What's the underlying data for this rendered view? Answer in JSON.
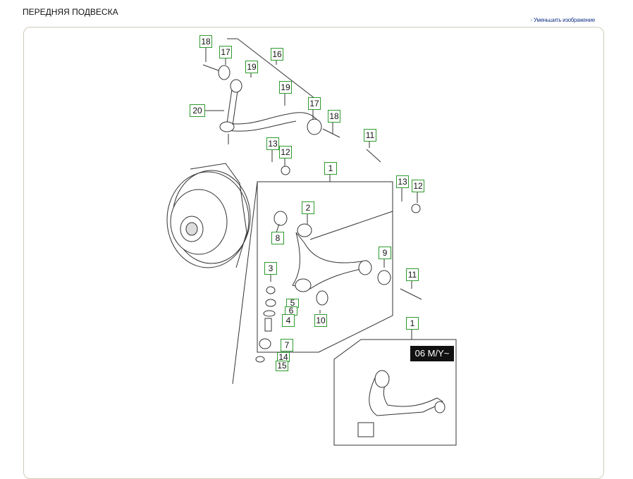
{
  "header": {
    "title": "ПЕРЕДНЯЯ ПОДВЕСКА",
    "zoom_link": "- Уменьшить изображение"
  },
  "diagram": {
    "callouts": [
      "18",
      "17",
      "16",
      "19",
      "19",
      "17",
      "18",
      "20",
      "11",
      "13",
      "12",
      "1",
      "13",
      "12",
      "2",
      "8",
      "9",
      "3",
      "11",
      "5",
      "6",
      "4",
      "10",
      "7",
      "14",
      "15",
      "1"
    ],
    "variant_badge": "06 M/Y~"
  }
}
